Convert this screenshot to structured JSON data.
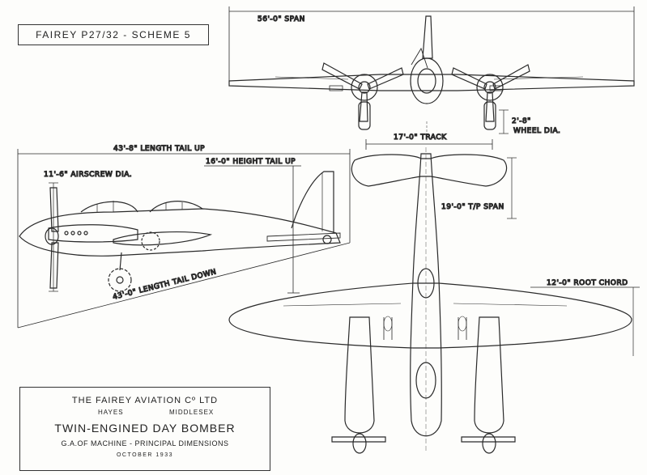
{
  "drawing": {
    "title": "FAIREY P27/32 - SCHEME 5",
    "company": "THE FAIREY AVIATION Cº LTD",
    "location_left": "HAYES",
    "location_right": "MIDDLESEX",
    "aircraft": "TWIN-ENGINED DAY BOMBER",
    "subtitle": "G.A.OF MACHINE - PRINCIPAL DIMENSIONS",
    "date": "OCTOBER 1933"
  },
  "dimensions": {
    "span": "56'-0\" SPAN",
    "wheel_dia_value": "2'-8\"",
    "wheel_dia_label": "WHEEL DIA.",
    "track": "17'-0\" TRACK",
    "length_tail_up": "43'-8\" LENGTH TAIL UP",
    "height_tail_up": "16'-0\" HEIGHT TAIL UP",
    "airscrew_dia": "11'-6\" AIRSCREW DIA.",
    "tp_span": "19'-0\" T/P SPAN",
    "length_tail_down": "43'-0\" LENGTH TAIL DOWN",
    "root_chord": "12'-0\" ROOT CHORD"
  }
}
